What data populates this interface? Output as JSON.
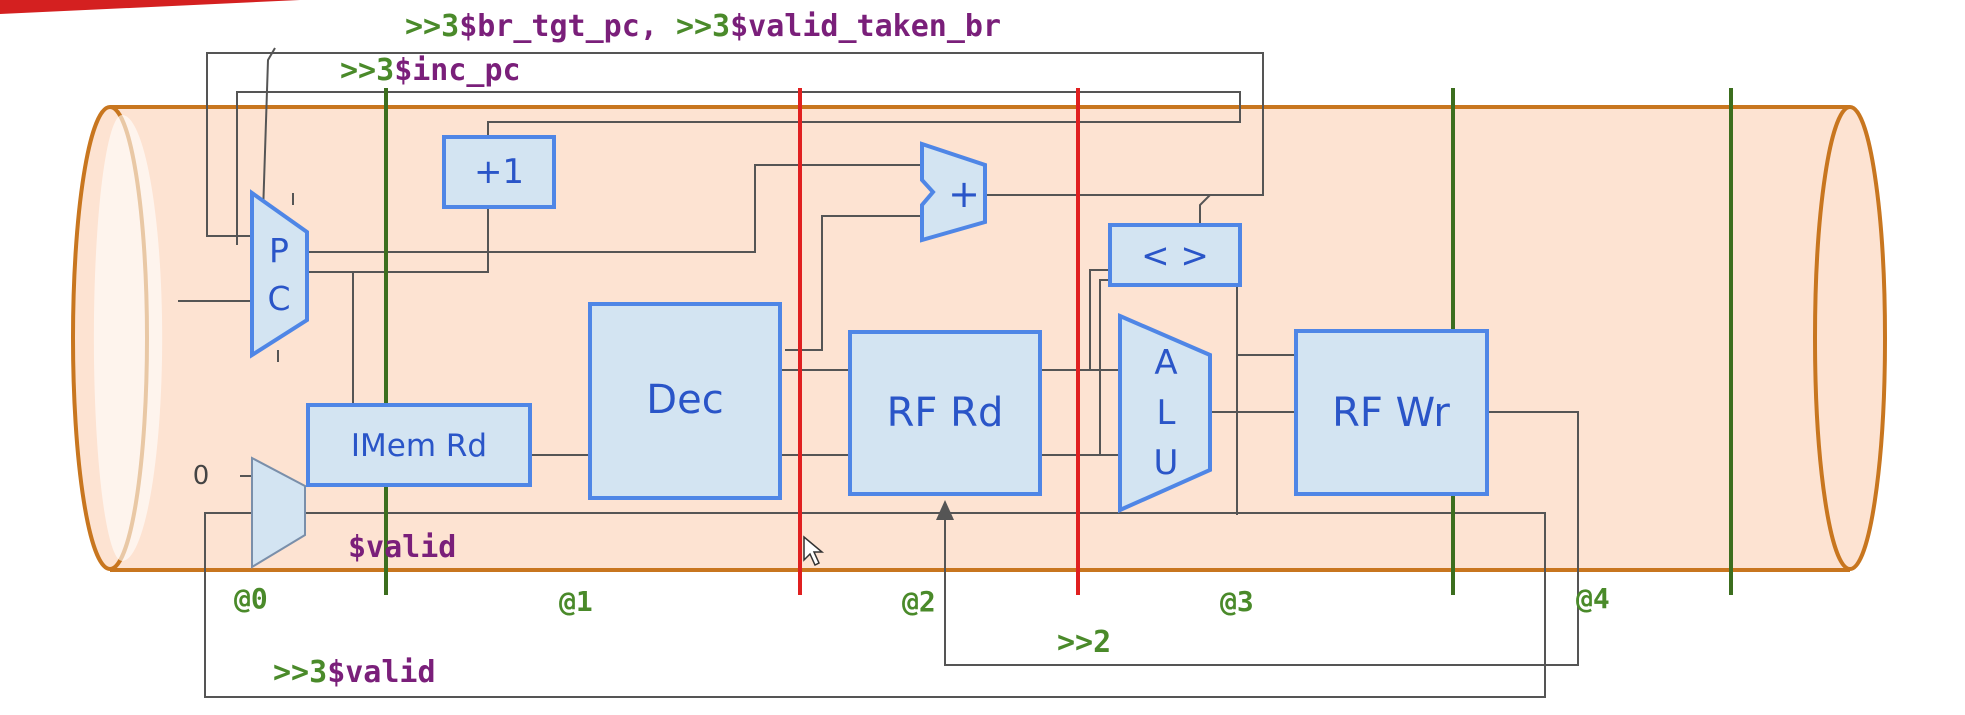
{
  "signals": {
    "br_tgt": {
      "prefix": ">>3",
      "name": "$br_tgt_pc"
    },
    "sep": ", ",
    "valid_taken": {
      "prefix": ">>3",
      "name": "$valid_taken_br"
    },
    "inc_pc": {
      "prefix": ">>3",
      "name": "$inc_pc"
    },
    "valid": "$valid",
    "valid_ret": {
      "prefix": ">>3",
      "name": "$valid"
    },
    "rf_bypass": ">>2"
  },
  "blocks": {
    "pc_top": "P",
    "pc_bottom": "C",
    "plus_one": "+1",
    "adder": "+",
    "imem": "IMem Rd",
    "dec": "Dec",
    "rf_rd": "RF Rd",
    "cmp": "< >",
    "alu_a": "A",
    "alu_l": "L",
    "alu_u": "U",
    "rf_wr": "RF Wr",
    "zero": "0"
  },
  "stages": [
    "@0",
    "@1",
    "@2",
    "@3",
    "@4"
  ],
  "colors": {
    "pipe_fill": "#fde3d2",
    "pipe_stroke": "#c8761f",
    "stage_line": "#3c6e1e",
    "boundary_line": "#e02020",
    "block_fill": "#d3e4f2",
    "block_stroke": "#4f86e6",
    "block_text": "#2a55c8",
    "wire": "#555555",
    "signal_prefix": "#4a8a2a",
    "signal_name": "#7a1f7a",
    "stage_label": "#4a8a2a",
    "accent_red": "#d42020"
  }
}
